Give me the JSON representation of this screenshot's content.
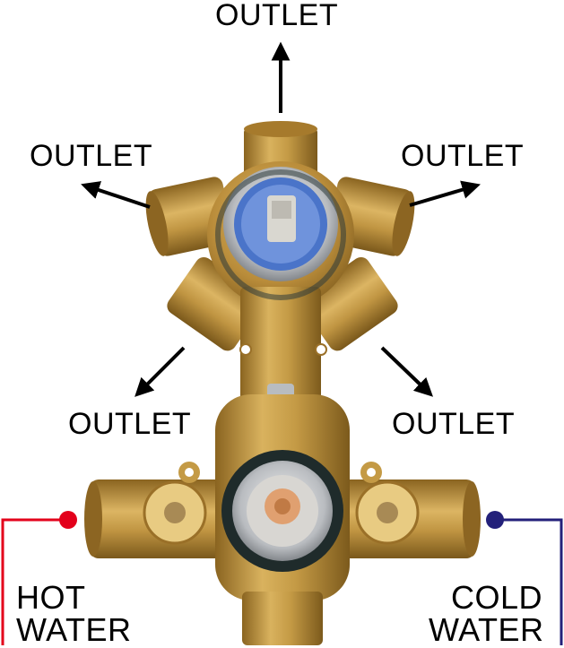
{
  "outlets": {
    "top": "OUTLET",
    "upper_left": "OUTLET",
    "upper_right": "OUTLET",
    "lower_left": "OUTLET",
    "lower_right": "OUTLET"
  },
  "inlets": {
    "hot": {
      "line1": "HOT",
      "line2": "WATER"
    },
    "cold": {
      "line1": "COLD",
      "line2": "WATER"
    }
  },
  "colors": {
    "hot": "#e3001b",
    "cold": "#23207a",
    "brass": "#c9a04a",
    "brass_dark": "#8a6420",
    "arrow": "#000000"
  },
  "icons": [
    "arrow-up-icon",
    "arrow-upper-left-icon",
    "arrow-upper-right-icon",
    "arrow-lower-left-icon",
    "arrow-lower-right-icon"
  ]
}
